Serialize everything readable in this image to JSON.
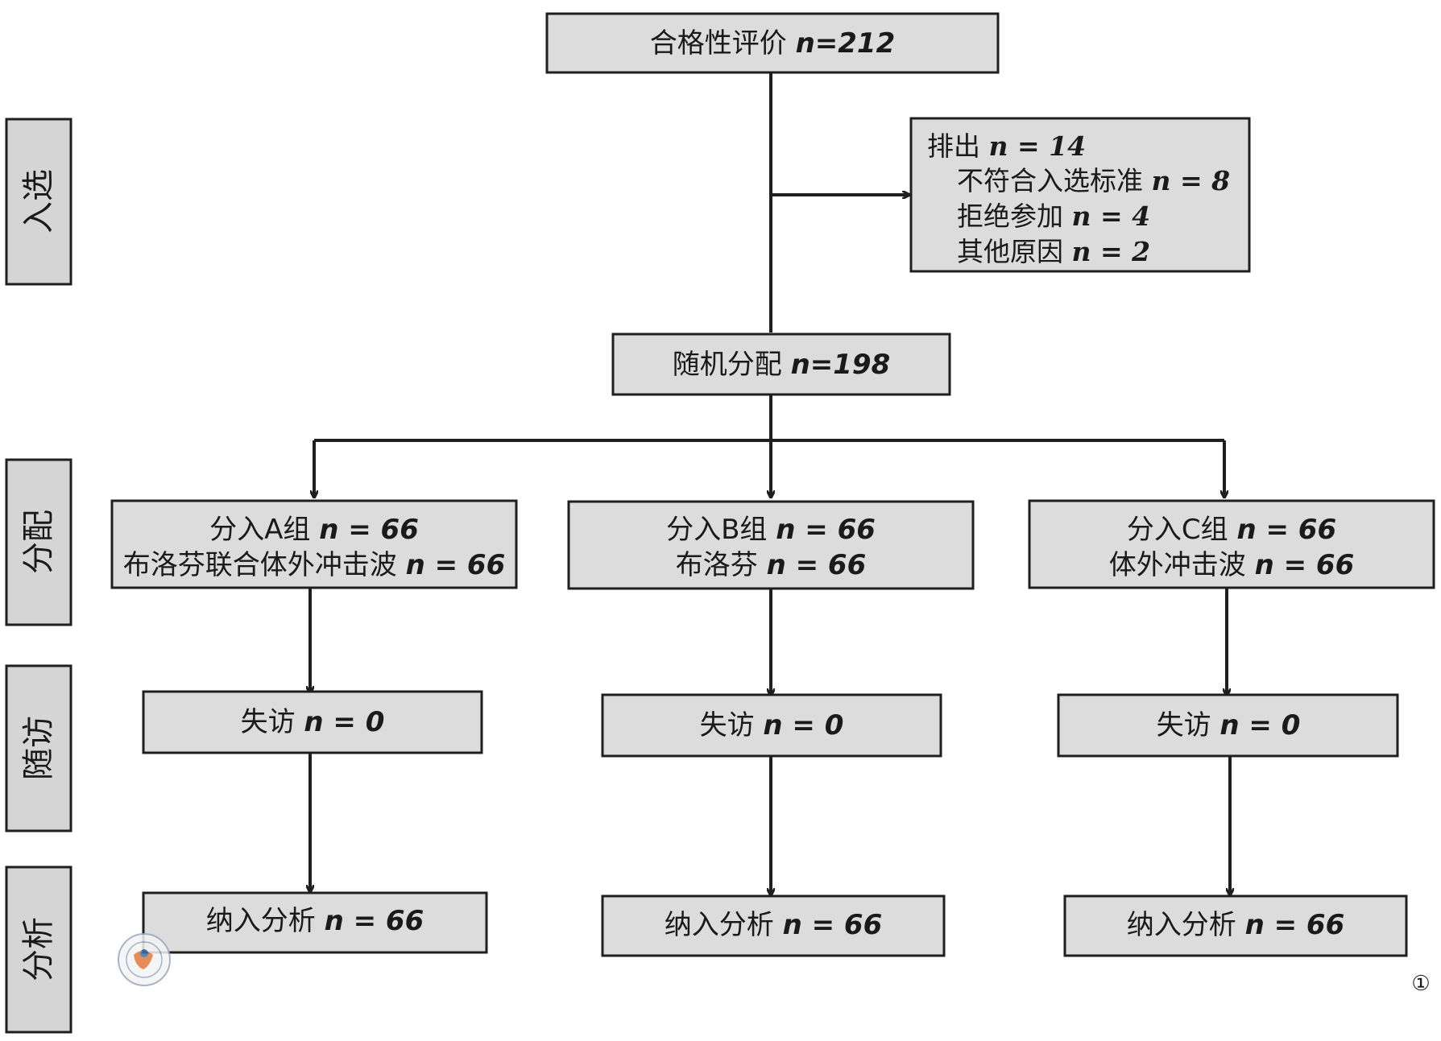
{
  "stages": {
    "enroll": "入选",
    "allocate": "分配",
    "followup": "随访",
    "analysis": "分析"
  },
  "eligibility": {
    "label": "合格性评价",
    "n": "n=212"
  },
  "excluded": {
    "title": "排出",
    "title_n": "n = 14",
    "reasons": [
      {
        "label": "不符合入选标准",
        "n": "n = 8"
      },
      {
        "label": "拒绝参加",
        "n": "n = 4"
      },
      {
        "label": "其他原因",
        "n": "n = 2"
      }
    ]
  },
  "randomized": {
    "label": "随机分配",
    "n": "n=198"
  },
  "groups": [
    {
      "allocated_label": "分入A组",
      "allocated_n": "n = 66",
      "treatment_label": "布洛芬联合体外冲击波",
      "treatment_n": "n = 66",
      "lost_label": "失访",
      "lost_n": "n = 0",
      "analyzed_label": "纳入分析",
      "analyzed_n": "n = 66"
    },
    {
      "allocated_label": "分入B组",
      "allocated_n": "n = 66",
      "treatment_label": "布洛芬",
      "treatment_n": "n = 66",
      "lost_label": "失访",
      "lost_n": "n = 0",
      "analyzed_label": "纳入分析",
      "analyzed_n": "n = 66"
    },
    {
      "allocated_label": "分入C组",
      "allocated_n": "n = 66",
      "treatment_label": "体外冲击波",
      "treatment_n": "n = 66",
      "lost_label": "失访",
      "lost_n": "n = 0",
      "analyzed_label": "纳入分析",
      "analyzed_n": "n = 66"
    }
  ],
  "figure_number": "①",
  "colors": {
    "box_fill": "#dcdcdc",
    "stroke": "#1f1f1f"
  }
}
